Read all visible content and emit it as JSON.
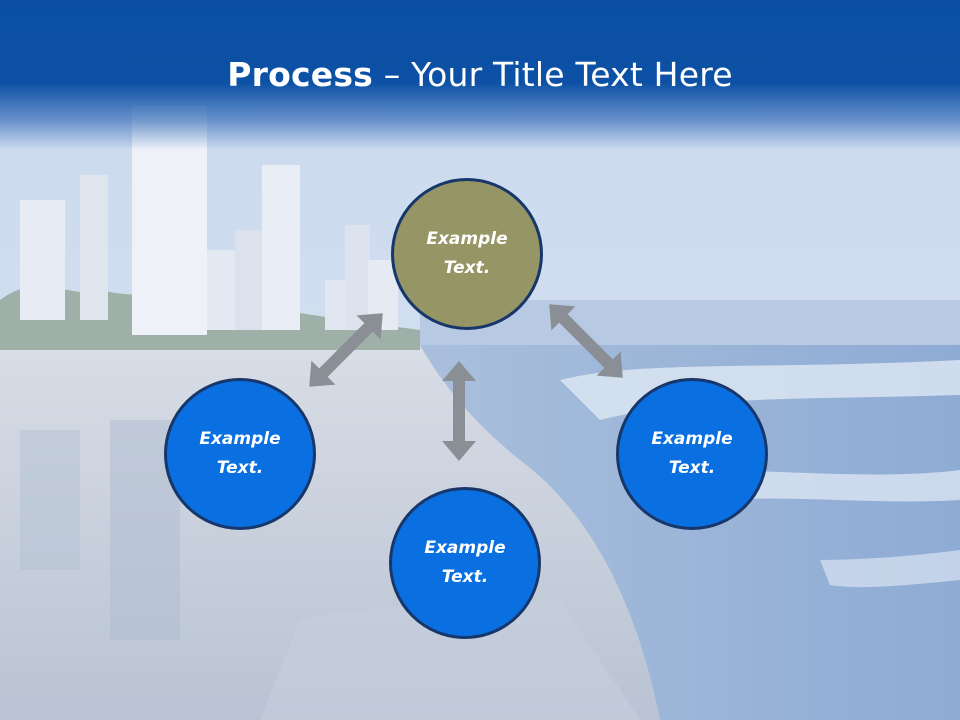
{
  "slide": {
    "title_bold": "Process",
    "title_rest": " – Your Title Text Here"
  },
  "nodes": [
    {
      "id": "top",
      "text": "Example\nText.",
      "color": "#959565"
    },
    {
      "id": "left",
      "text": "Example\nText.",
      "color": "#0a6fe0"
    },
    {
      "id": "bottom",
      "text": "Example\nText.",
      "color": "#0a6fe0"
    },
    {
      "id": "right",
      "text": "Example\nText.",
      "color": "#0a6fe0"
    }
  ],
  "colors": {
    "header": "#0a4fa3",
    "node_border": "#17376a",
    "arrow": "#8a8f96"
  }
}
